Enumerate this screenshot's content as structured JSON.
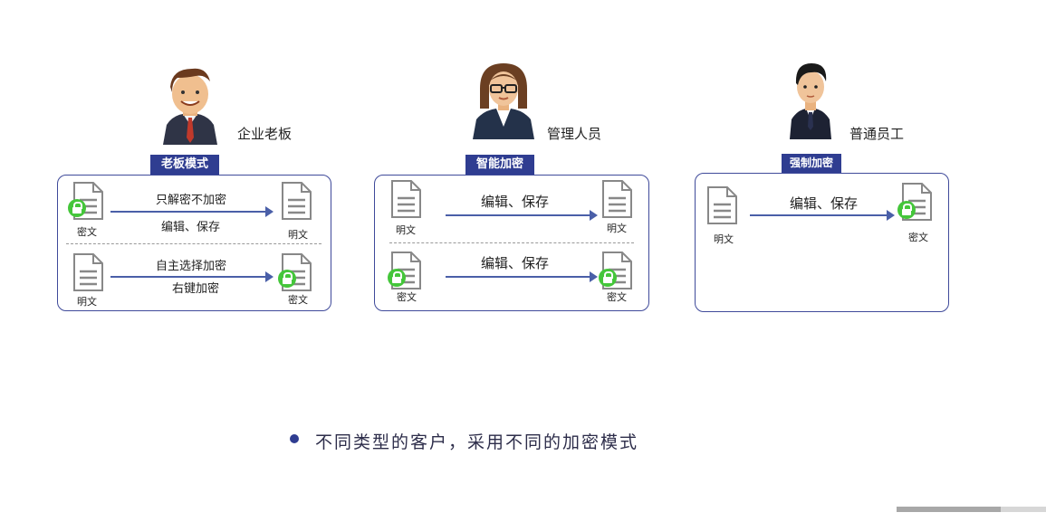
{
  "roles": {
    "boss": {
      "label": "企业老板",
      "mode": "老板模式"
    },
    "manager": {
      "label": "管理人员",
      "mode": "智能加密"
    },
    "employee": {
      "label": "普通员工",
      "mode": "强制加密"
    }
  },
  "boss_box": {
    "row1": {
      "from": "密文",
      "to": "明文",
      "action1": "只解密不加密",
      "action2": "编辑、保存"
    },
    "row2": {
      "from": "明文",
      "to": "密文",
      "action1": "自主选择加密",
      "action2": "右键加密"
    }
  },
  "manager_box": {
    "row1": {
      "from": "明文",
      "to": "明文",
      "action": "编辑、保存"
    },
    "row2": {
      "from": "密文",
      "to": "密文",
      "action": "编辑、保存"
    }
  },
  "employee_box": {
    "row1": {
      "from": "明文",
      "to": "密文",
      "action": "编辑、保存"
    }
  },
  "summary": "不同类型的客户，采用不同的加密模式",
  "colors": {
    "accent": "#2f3d91",
    "lock": "#44c63a",
    "arrow": "#4a5fa8"
  }
}
